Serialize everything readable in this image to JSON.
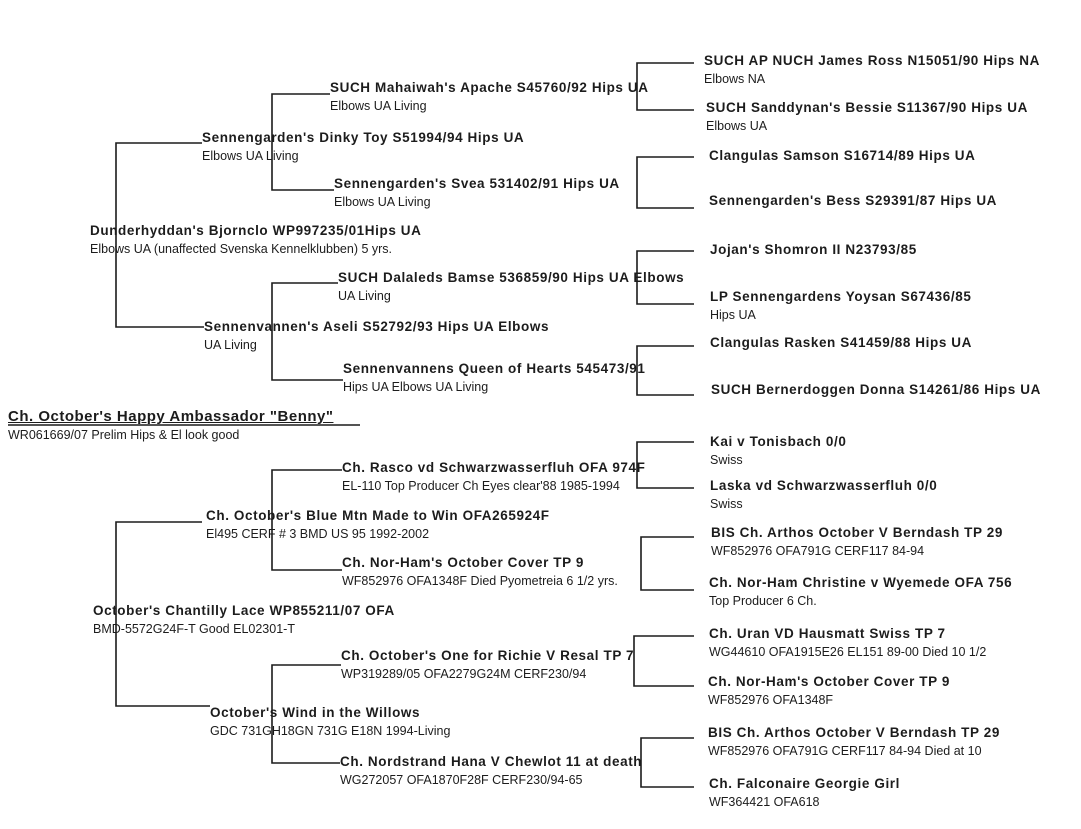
{
  "subject": {
    "name": "Ch. October's Happy Ambassador \"Benny\"",
    "details": "WR061669/07  Prelim Hips & El look good"
  },
  "sire": {
    "name": "Dunderhyddan's Bjornclo WP997235/01Hips UA",
    "details": "Elbows UA (unaffected Svenska Kennelklubben) 5 yrs."
  },
  "sire_sire": {
    "name": "Sennengarden's Dinky Toy S51994/94 Hips UA",
    "details": "Elbows UA Living"
  },
  "sire_sire_sire": {
    "name": "SUCH Mahaiwah's Apache S45760/92 Hips UA",
    "details": "Elbows UA Living"
  },
  "sire_sire_sire_sire": {
    "name": "SUCH AP NUCH James Ross N15051/90 Hips NA",
    "details": "Elbows NA"
  },
  "sire_sire_sire_dam": {
    "name": "SUCH Sanddynan's Bessie S11367/90 Hips UA",
    "details": "Elbows UA"
  },
  "sire_sire_dam": {
    "name": "Sennengarden's Svea 531402/91 Hips UA",
    "details": "Elbows UA Living"
  },
  "sire_sire_dam_sire": {
    "name": "Clangulas Samson S16714/89 Hips UA",
    "details": ""
  },
  "sire_sire_dam_dam": {
    "name": "Sennengarden's Bess S29391/87 Hips UA",
    "details": ""
  },
  "sire_dam": {
    "name": "Sennenvannen's Aseli S52792/93  Hips UA Elbows",
    "details": "UA  Living"
  },
  "sire_dam_sire": {
    "name": "SUCH Dalaleds Bamse 536859/90 Hips UA Elbows",
    "details": "UA Living"
  },
  "sire_dam_sire_sire": {
    "name": "Jojan's Shomron II N23793/85",
    "details": ""
  },
  "sire_dam_sire_dam": {
    "name": "LP Sennengardens Yoysan S67436/85",
    "details": "Hips UA"
  },
  "sire_dam_dam": {
    "name": "Sennenvannens Queen of Hearts 545473/91",
    "details": "Hips UA Elbows UA Living"
  },
  "sire_dam_dam_sire": {
    "name": "Clangulas Rasken S41459/88 Hips UA",
    "details": ""
  },
  "sire_dam_dam_dam": {
    "name": "SUCH Bernerdoggen Donna S14261/86 Hips UA",
    "details": ""
  },
  "dam": {
    "name": "October's Chantilly Lace WP855211/07 OFA",
    "details": "BMD-5572G24F-T Good EL02301-T"
  },
  "dam_sire": {
    "name": "Ch. October's Blue Mtn Made to Win OFA265924F",
    "details": "El495 CERF # 3 BMD US 95 1992-2002"
  },
  "dam_sire_sire": {
    "name": "Ch. Rasco vd Schwarzwasserfluh OFA 974F",
    "details": "EL-110 Top Producer Ch Eyes clear'88 1985-1994"
  },
  "dam_sire_sire_sire": {
    "name": "Kai v Tonisbach 0/0",
    "details": "Swiss"
  },
  "dam_sire_sire_dam": {
    "name": "Laska vd Schwarzwasserfluh 0/0",
    "details": "Swiss"
  },
  "dam_sire_dam": {
    "name": "Ch. Nor-Ham's October Cover TP 9",
    "details": "WF852976 OFA1348F Died Pyometreia 6 1/2 yrs."
  },
  "dam_sire_dam_sire": {
    "name": "BIS Ch. Arthos October V Berndash TP 29",
    "details": "WF852976 OFA791G CERF117 84-94"
  },
  "dam_sire_dam_dam": {
    "name": "Ch. Nor-Ham Christine v Wyemede OFA 756",
    "details": "Top Producer 6 Ch."
  },
  "dam_dam": {
    "name": "October's Wind in the Willows",
    "details": "GDC 731GH18GN 731G E18N 1994-Living"
  },
  "dam_dam_sire": {
    "name": "Ch. October's One for Richie V Resal TP 7",
    "details": "WP319289/05  OFA2279G24M  CERF230/94"
  },
  "dam_dam_sire_sire": {
    "name": "Ch. Uran VD Hausmatt Swiss TP 7",
    "details": "WG44610 OFA1915E26 EL151 89-00  Died 10 1/2"
  },
  "dam_dam_sire_dam": {
    "name": "Ch. Nor-Ham's October Cover TP 9",
    "details": "WF852976 OFA1348F"
  },
  "dam_dam_dam": {
    "name": "Ch. Nordstrand Hana V Chewlot 11 at death",
    "details": "WG272057 OFA1870F28F CERF230/94-65"
  },
  "dam_dam_dam_sire": {
    "name": "BIS Ch. Arthos October V Berndash TP 29",
    "details": "WF852976 OFA791G CERF117 84-94 Died at 10"
  },
  "dam_dam_dam_dam": {
    "name": "Ch. Falconaire Georgie Girl",
    "details": "WF364421 OFA618"
  }
}
